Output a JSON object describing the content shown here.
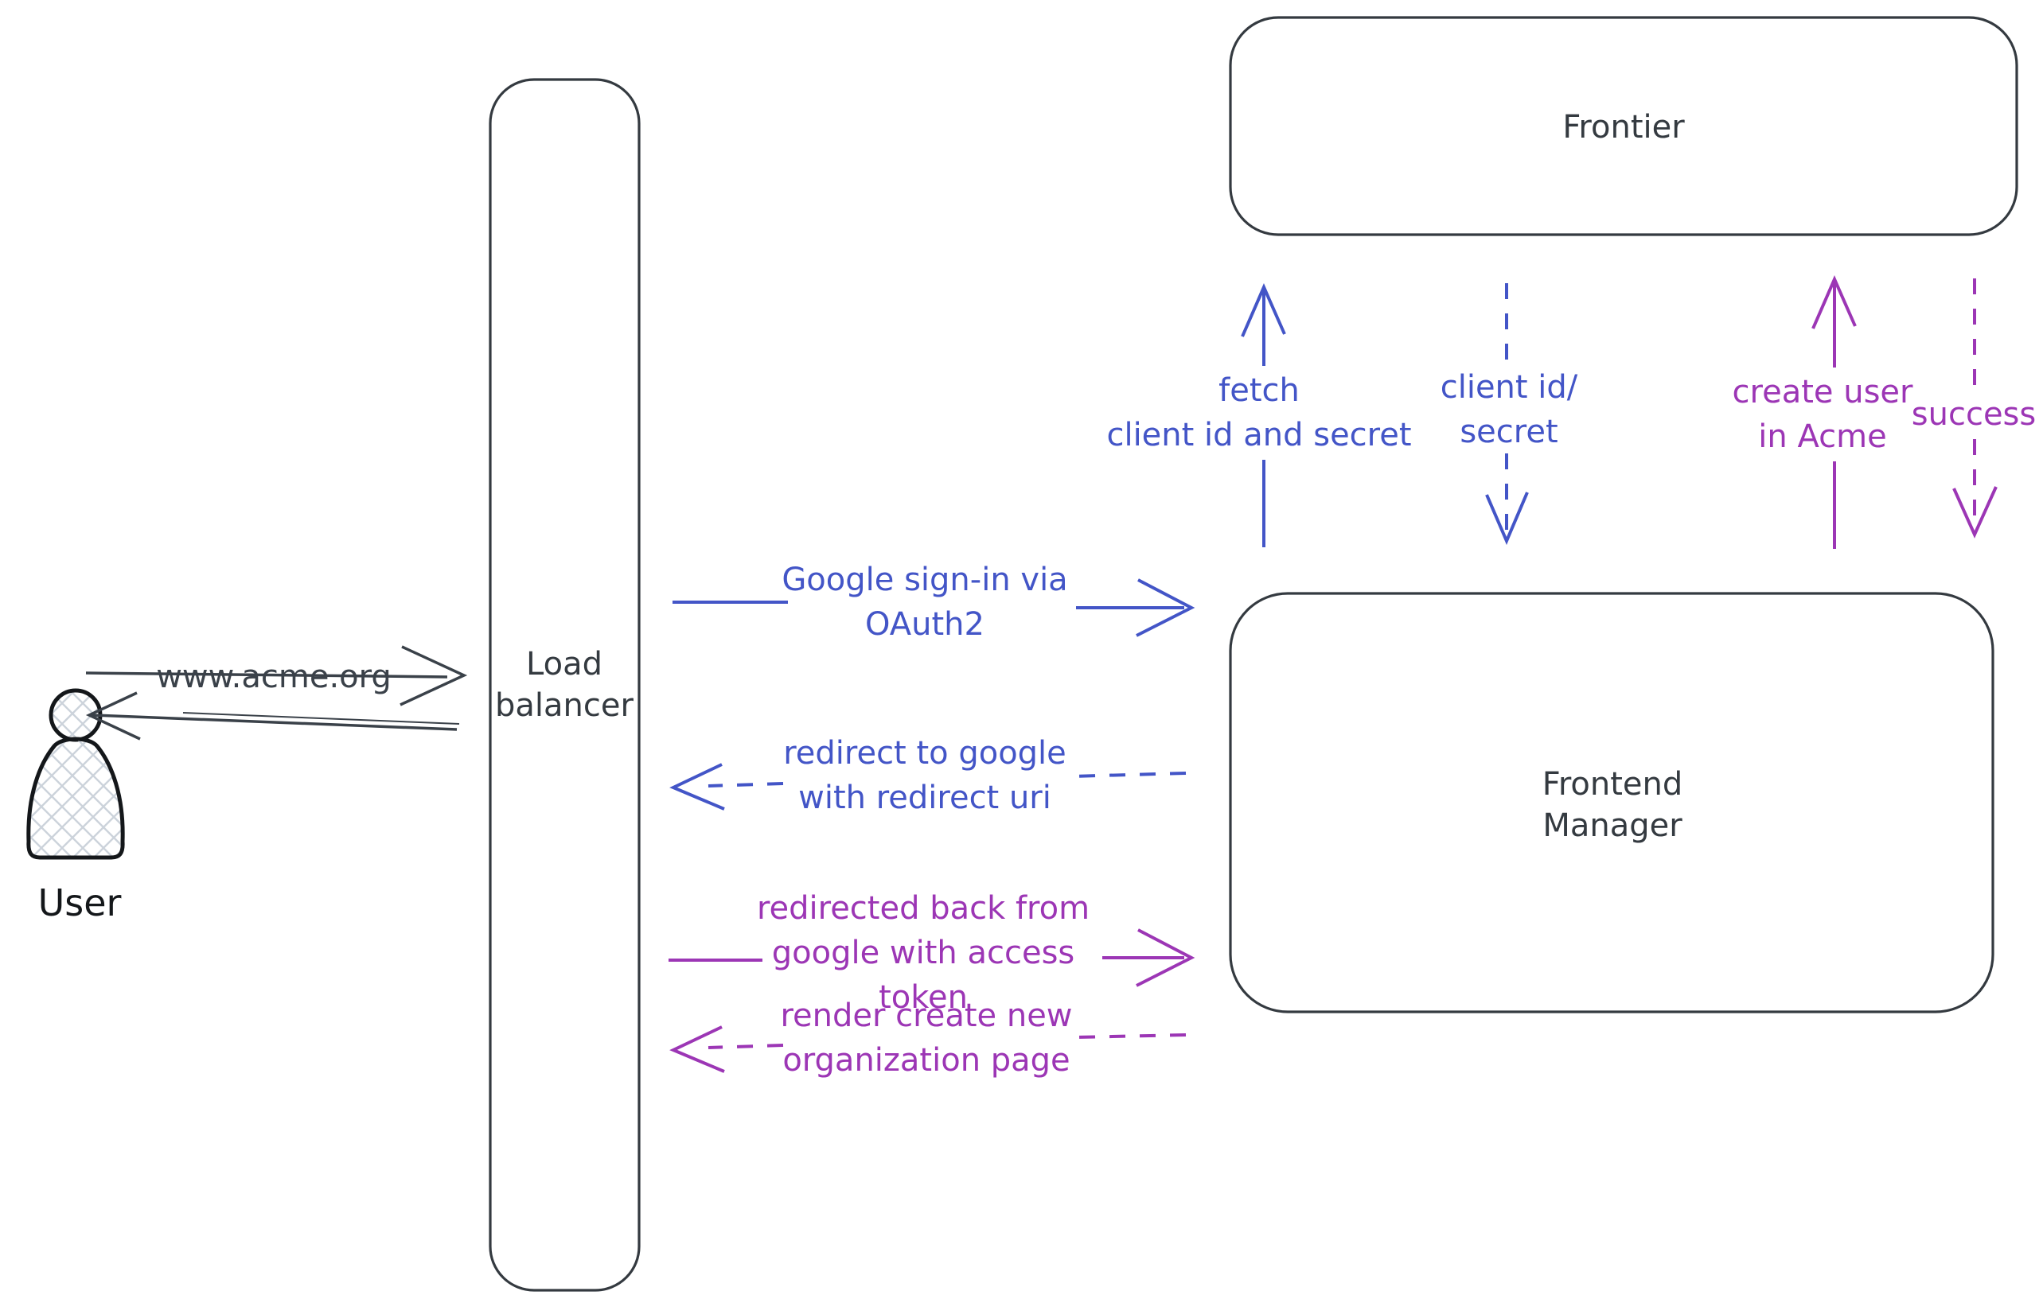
{
  "colors": {
    "dark_stroke": "#343a40",
    "figure_black": "#14171a",
    "blue": "#4355c7",
    "purple": "#9c36b5",
    "hatch_gray": "#ccd3db",
    "background": "#ffffff"
  },
  "nodes": {
    "user": {
      "label": "User"
    },
    "load_balancer": {
      "lines": [
        "Load",
        "balancer"
      ]
    },
    "frontier": {
      "label": "Frontier"
    },
    "frontend_manager": {
      "lines": [
        "Frontend",
        "Manager"
      ]
    }
  },
  "edges": {
    "acme_request": {
      "label": "www.acme.org",
      "style": "solid",
      "direction": "right"
    },
    "google_signin": {
      "lines": [
        "Google sign-in via",
        "OAuth2"
      ],
      "style": "solid",
      "direction": "right"
    },
    "redirect_google": {
      "lines": [
        "redirect to google",
        "with redirect uri"
      ],
      "style": "dashed",
      "direction": "left"
    },
    "redirected_back": {
      "lines": [
        "redirected back from",
        "google with access",
        "token"
      ],
      "style": "solid",
      "direction": "right"
    },
    "render_page": {
      "lines": [
        "render create new",
        "organization page"
      ],
      "style": "dashed",
      "direction": "left"
    },
    "fetch_secret": {
      "lines": [
        "fetch",
        "client id and secret"
      ],
      "style": "solid",
      "direction": "up"
    },
    "client_secret": {
      "lines": [
        "client id/",
        "secret"
      ],
      "style": "dashed",
      "direction": "down"
    },
    "create_user": {
      "lines": [
        "create user",
        "in Acme"
      ],
      "style": "solid",
      "direction": "up"
    },
    "success": {
      "label": "success",
      "style": "dashed",
      "direction": "down"
    }
  }
}
